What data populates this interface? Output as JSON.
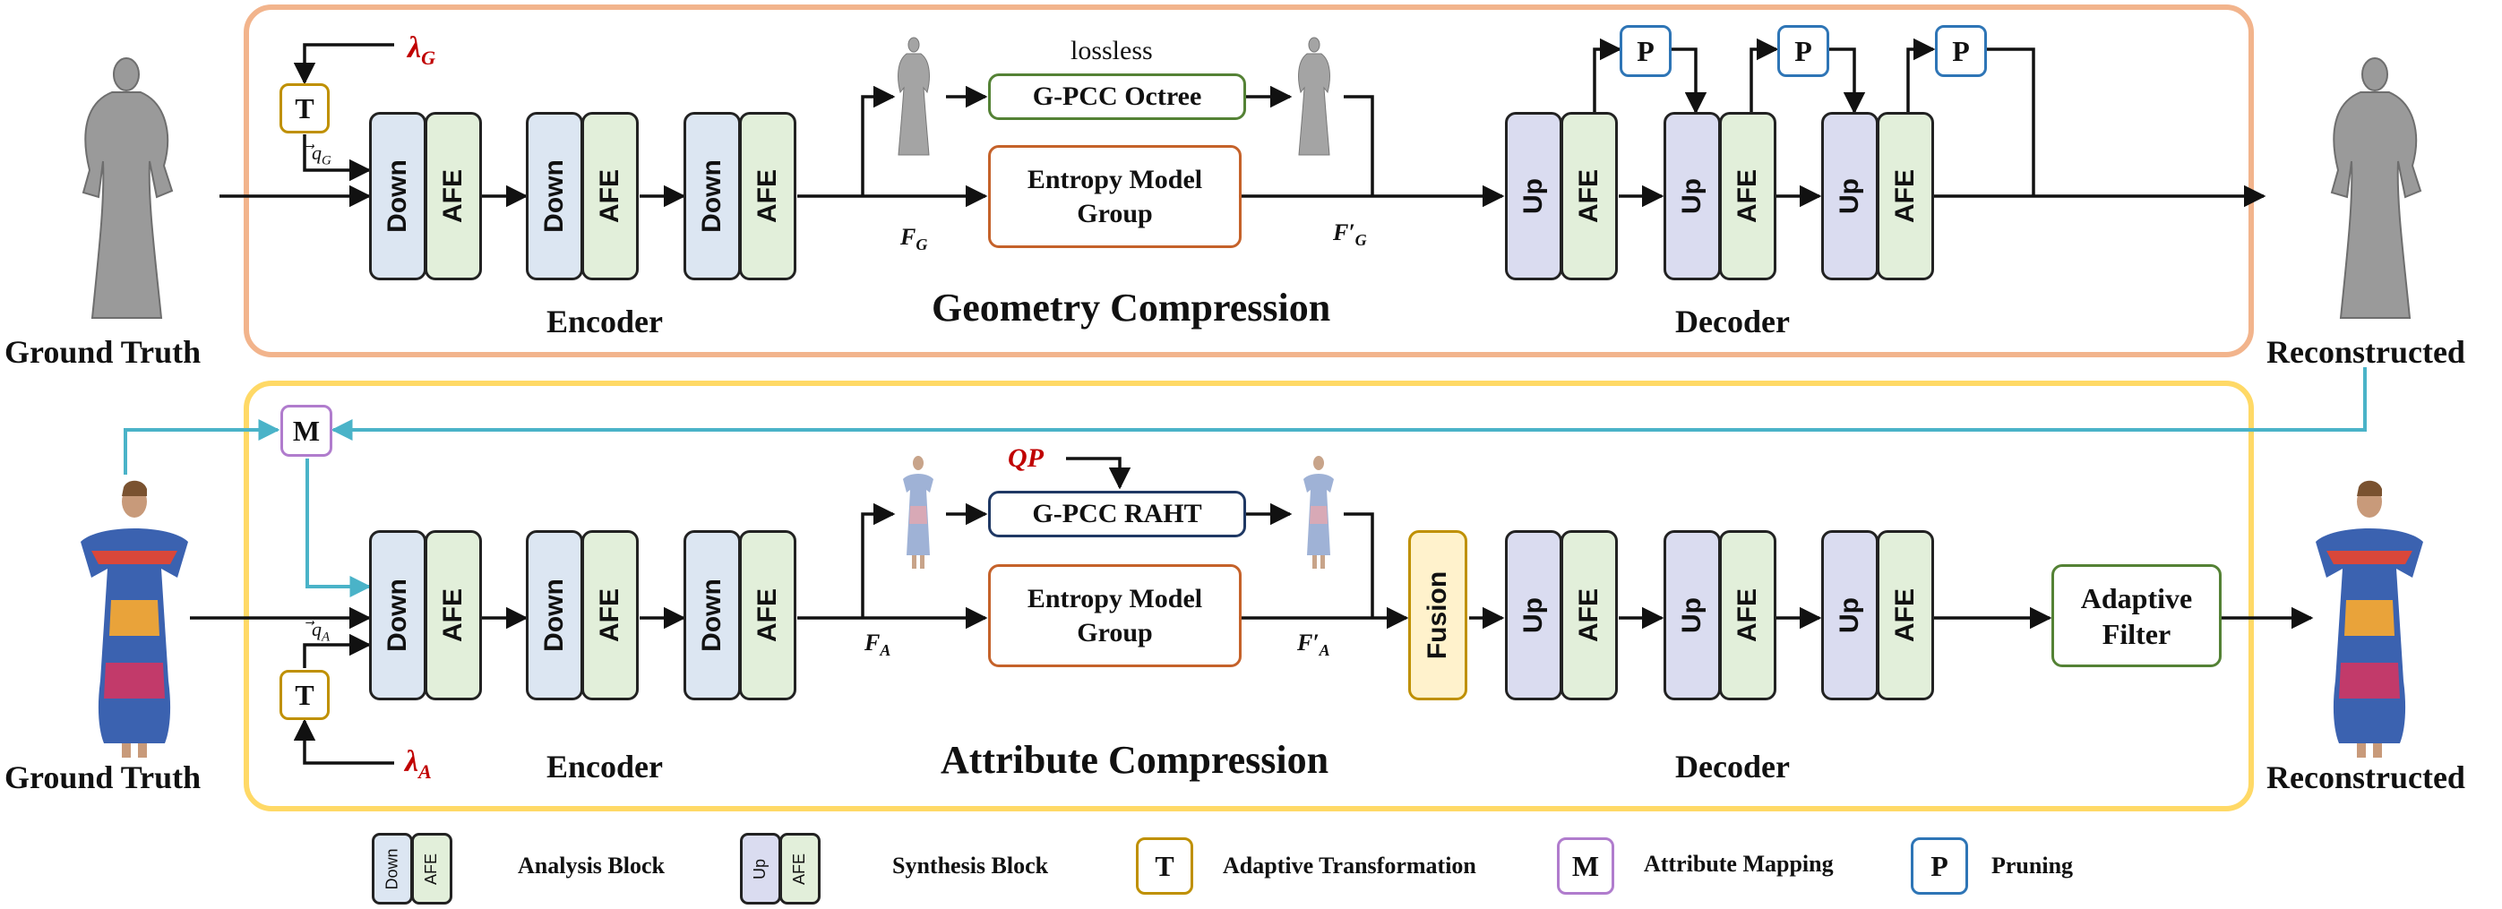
{
  "colors": {
    "geometry_frame": "#f2b48c",
    "attribute_frame": "#ffd966",
    "mapping_line": "#4ab3c8",
    "entropy_border": "#c5622a",
    "gpcc_octree_border": "#548235",
    "gpcc_raht_border": "#1f3864",
    "adaptive_filter_border": "#548235",
    "fusion_fill": "#fff2cc",
    "fusion_border": "#bf9000",
    "t_border": "#bf9000",
    "m_border": "#b07ccd",
    "p_border": "#2e75b6",
    "lambda_color": "#c00000"
  },
  "geometry": {
    "ground_truth_label": "Ground Truth",
    "reconstructed_label": "Reconstructed",
    "title": "Geometry Compression",
    "encoder_label": "Encoder",
    "decoder_label": "Decoder",
    "lambda": "λ",
    "lambda_sub": "G",
    "t_label": "T",
    "q_label": "q",
    "q_sub": "G",
    "down_label": "Down",
    "afe_label": "AFE",
    "up_label": "Up",
    "p_label": "P",
    "lossless_label": "lossless",
    "gpcc_label": "G-PCC Octree",
    "entropy_line1": "Entropy Model",
    "entropy_line2": "Group",
    "f_label": "F",
    "f_sub": "G",
    "fprime_label": "F′",
    "fprime_sub": "G"
  },
  "attribute": {
    "ground_truth_label": "Ground Truth",
    "reconstructed_label": "Reconstructed",
    "title": "Attribute Compression",
    "encoder_label": "Encoder",
    "decoder_label": "Decoder",
    "lambda": "λ",
    "lambda_sub": "A",
    "t_label": "T",
    "m_label": "M",
    "q_label": "q",
    "q_sub": "A",
    "qp_label": "QP",
    "down_label": "Down",
    "afe_label": "AFE",
    "up_label": "Up",
    "gpcc_label": "G-PCC RAHT",
    "entropy_line1": "Entropy Model",
    "entropy_line2": "Group",
    "f_label": "F",
    "f_sub": "A",
    "fprime_label": "F′",
    "fprime_sub": "A",
    "fusion_label": "Fusion",
    "filter_line1": "Adaptive",
    "filter_line2": "Filter"
  },
  "legend": {
    "analysis_down": "Down",
    "analysis_afe": "AFE",
    "analysis_label": "Analysis Block",
    "synthesis_up": "Up",
    "synthesis_afe": "AFE",
    "synthesis_label": "Synthesis Block",
    "t_symbol": "T",
    "t_label": "Adaptive Transformation",
    "m_symbol": "M",
    "m_label": "Attribute Mapping",
    "p_symbol": "P",
    "p_label": "Pruning"
  }
}
